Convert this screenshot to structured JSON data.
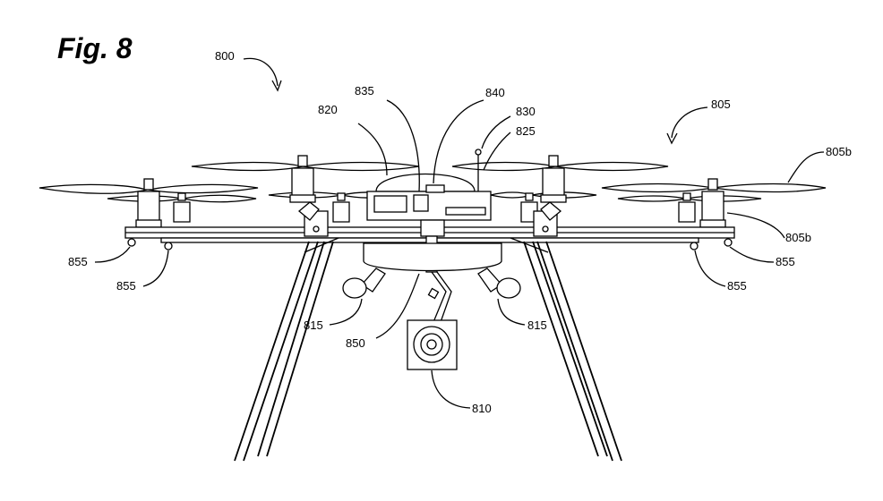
{
  "figure": {
    "title": "Fig. 8"
  },
  "labels": {
    "l800": "800",
    "l805": "805",
    "l805b_top": "805b",
    "l805b_mid": "805b",
    "l810": "810",
    "l815_left": "815",
    "l815_right": "815",
    "l820": "820",
    "l825": "825",
    "l830": "830",
    "l835": "835",
    "l840": "840",
    "l850": "850",
    "l855_a": "855",
    "l855_b": "855",
    "l855_c": "855",
    "l855_d": "855"
  }
}
